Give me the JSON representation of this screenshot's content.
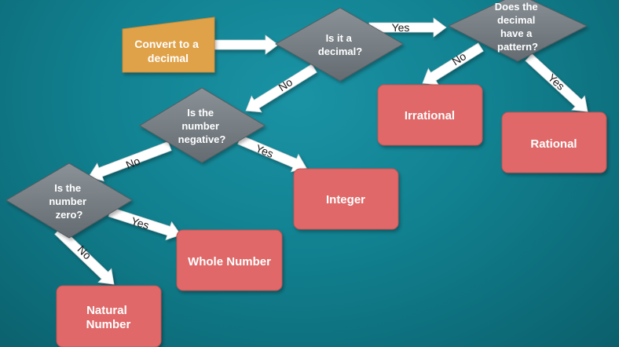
{
  "colors": {
    "background": "#11808f",
    "start_fill": "#e0a24a",
    "decision_fill": "#737b82",
    "result_fill": "#e06767",
    "arrow_fill": "#ffffff"
  },
  "nodes": {
    "convert": {
      "label": "Convert to a decimal"
    },
    "is_decimal": {
      "label": "Is it a decimal?"
    },
    "has_pattern": {
      "label": "Does the decimal have a pattern?"
    },
    "is_negative": {
      "label": "Is the number negative?"
    },
    "is_zero": {
      "label": "Is the number zero?"
    },
    "irrational": {
      "label": "Irrational"
    },
    "rational": {
      "label": "Rational"
    },
    "integer": {
      "label": "Integer"
    },
    "whole": {
      "label": "Whole Number"
    },
    "natural": {
      "label": "Natural Number"
    }
  },
  "edges": {
    "convert_to_decimal": {
      "label": ""
    },
    "decimal_yes": {
      "label": "Yes"
    },
    "decimal_no": {
      "label": "No"
    },
    "pattern_no": {
      "label": "No"
    },
    "pattern_yes": {
      "label": "Yes"
    },
    "negative_yes": {
      "label": "Yes"
    },
    "negative_no": {
      "label": "No"
    },
    "zero_yes": {
      "label": "Yes"
    },
    "zero_no": {
      "label": "No"
    }
  }
}
